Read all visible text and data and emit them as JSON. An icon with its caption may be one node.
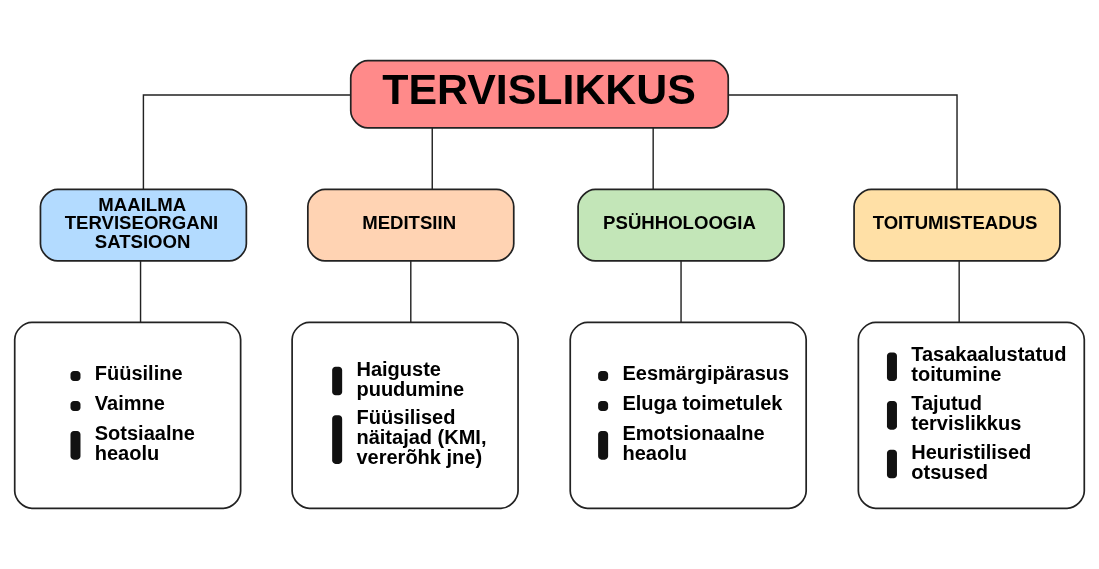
{
  "diagram": {
    "nodes": [
      {
        "text": [
          "TERVISLIKKUS"
        ]
      },
      {
        "text": [
          "MAAILMA TERVISEORGANI SATSIOON"
        ]
      },
      {
        "text": [
          "MEDITSIIN"
        ]
      },
      {
        "text": [
          "PSÜHHOLOOGIA"
        ]
      },
      {
        "text": [
          "TOITUMISTEADUS"
        ]
      },
      {
        "text": [
          "Füüsiline",
          "Vaimne",
          "Sotsiaalne heaolu"
        ]
      },
      {
        "text": [
          "Haiguste puudumine",
          "Füüsilised näitajad (KMI, vererõhk jne)"
        ]
      },
      {
        "text": [
          "Eesmärgipärasus",
          "Eluga toimetulek",
          "Emotsionaalne heaolu"
        ]
      },
      {
        "text": [
          "Tasakaalustatud toitumine",
          "Tajutud tervislikkus",
          "Heuristilised otsused"
        ]
      }
    ],
    "edges": [
      {
        "from": 0,
        "to": 1,
        "arrow": "none"
      },
      {
        "from": 0,
        "to": 2,
        "arrow": "none"
      },
      {
        "from": 0,
        "to": 3,
        "arrow": "none"
      },
      {
        "from": 0,
        "to": 4,
        "arrow": "none"
      },
      {
        "from": 1,
        "to": 5,
        "arrow": "none"
      },
      {
        "from": 2,
        "to": 6,
        "arrow": "none"
      },
      {
        "from": 3,
        "to": 7,
        "arrow": "none"
      },
      {
        "from": 4,
        "to": 8,
        "arrow": "none"
      }
    ]
  }
}
